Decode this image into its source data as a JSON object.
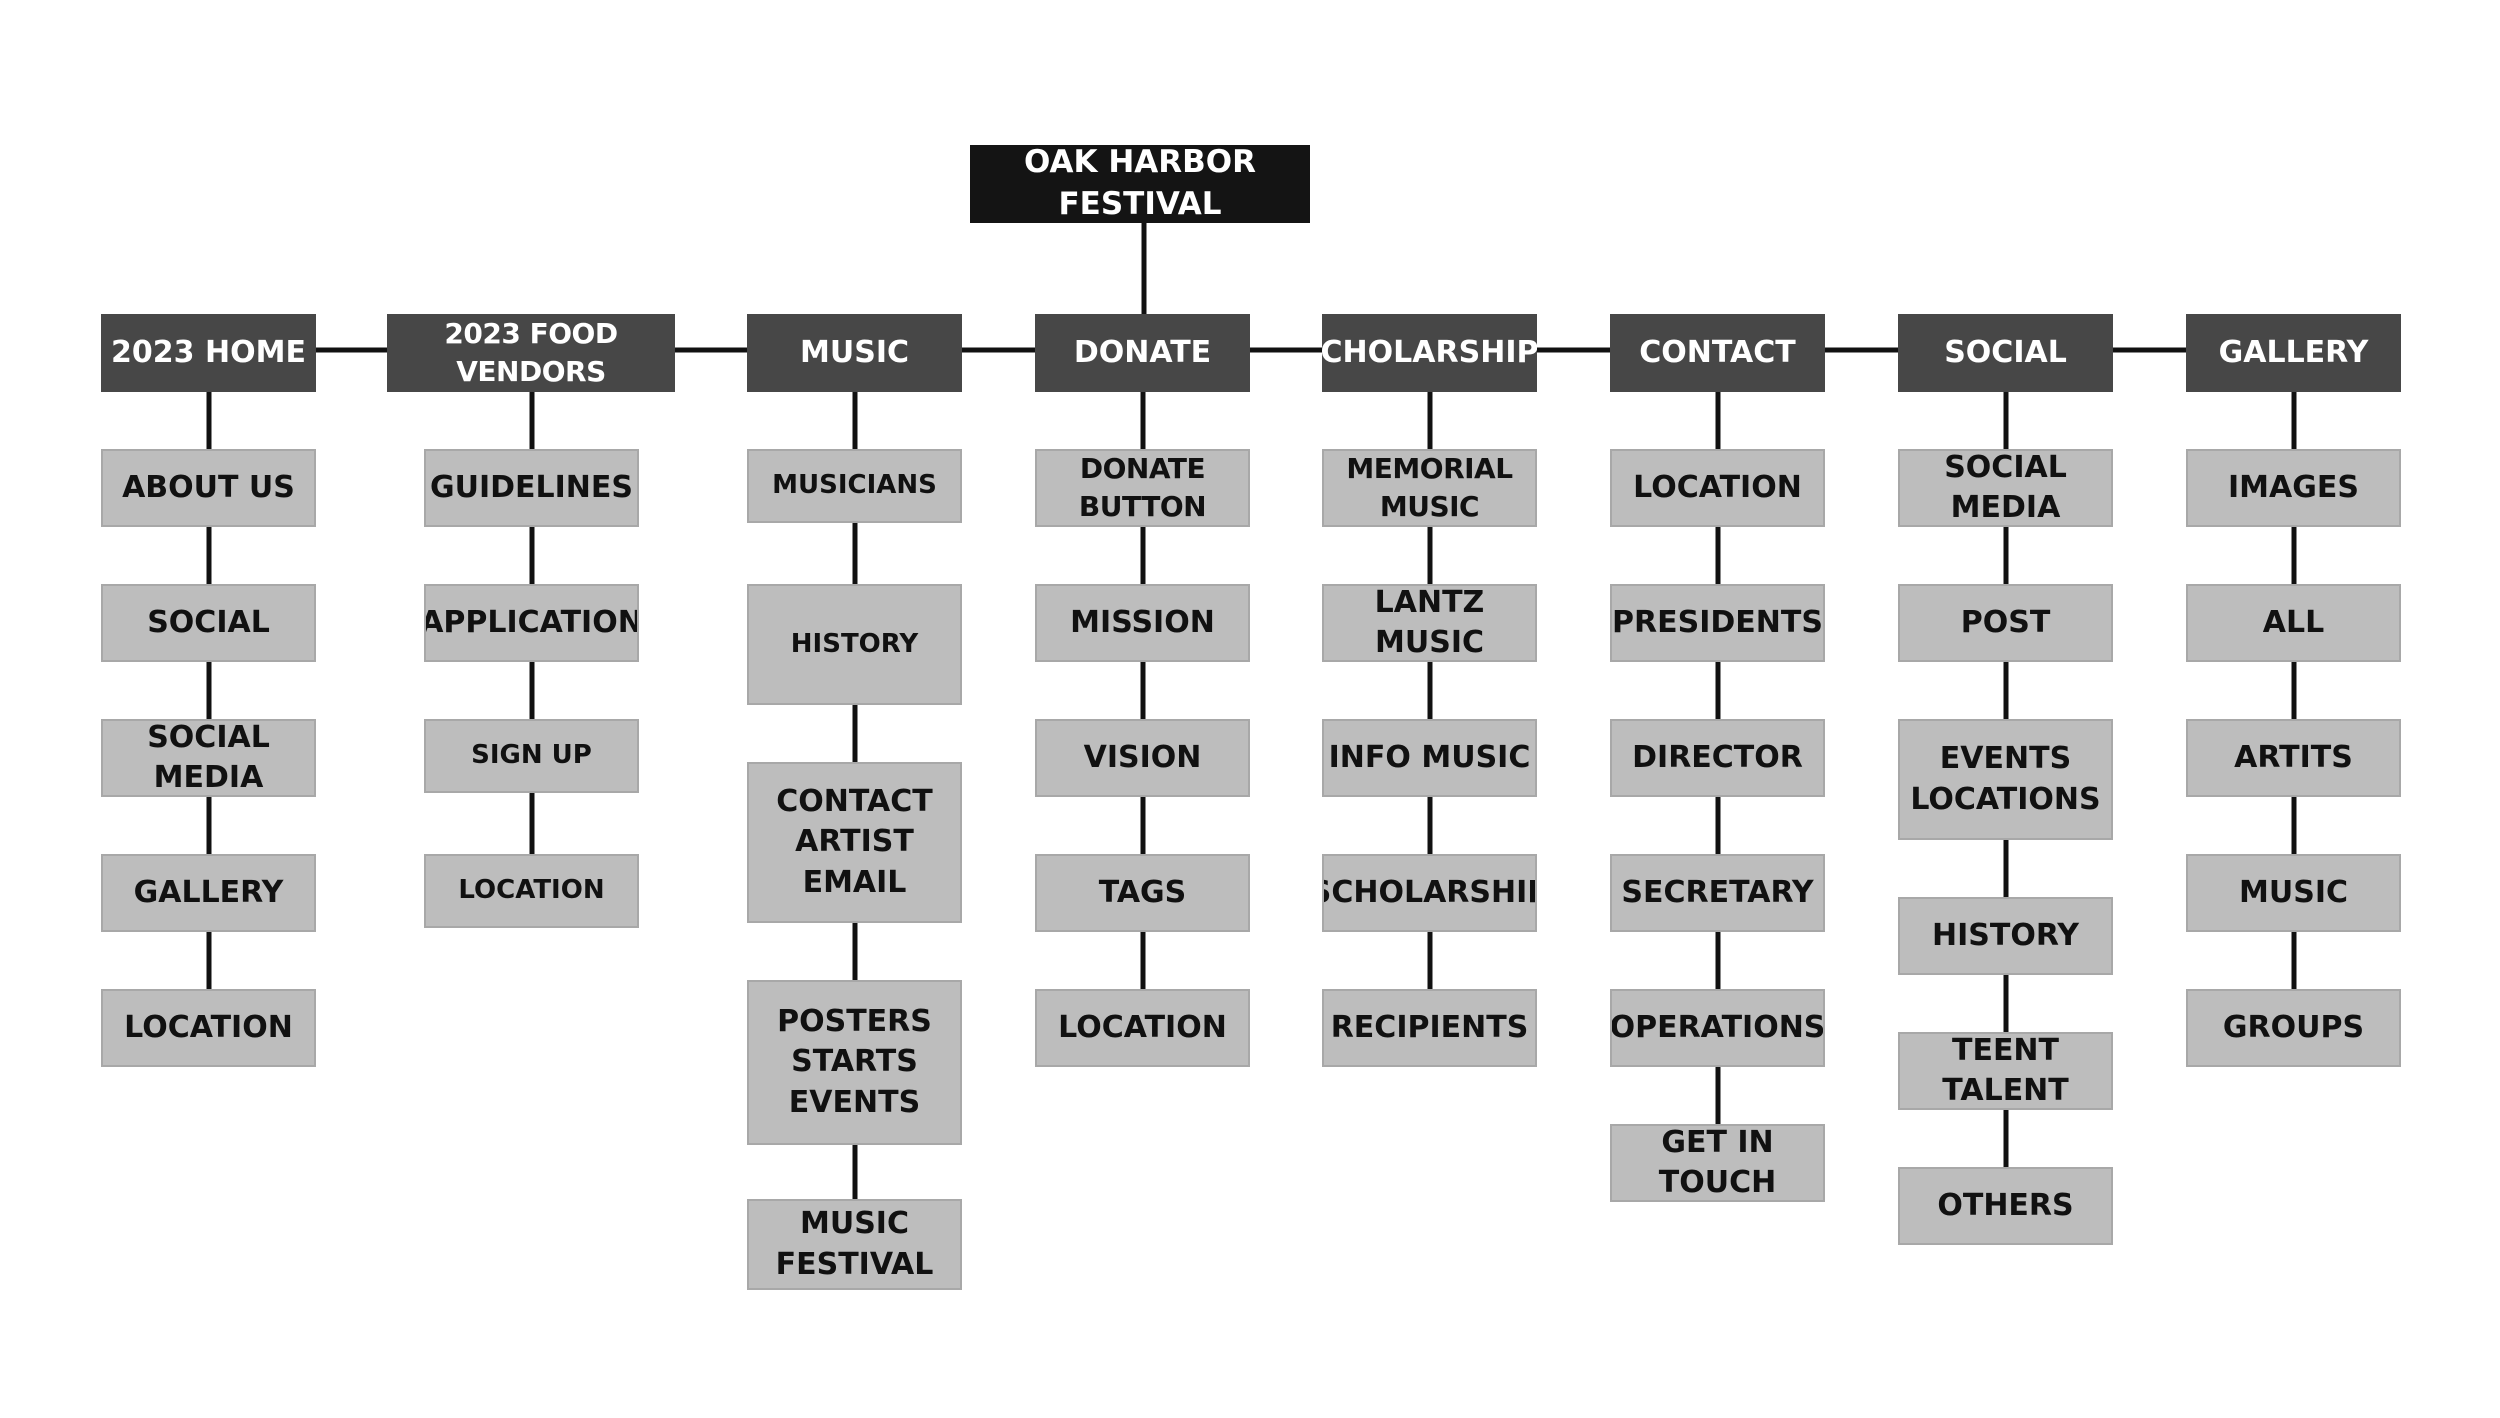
{
  "root": {
    "label": "OAK HARBOR FESTIVAL"
  },
  "columns": [
    {
      "label": "2023 HOME",
      "items": [
        "ABOUT US",
        "SOCIAL",
        "SOCIAL MEDIA",
        "GALLERY",
        "LOCATION"
      ]
    },
    {
      "label": "2023 FOOD VENDORS",
      "items": [
        "GUIDELINES",
        "APPLICATION",
        "SIGN UP",
        "LOCATION"
      ]
    },
    {
      "label": "MUSIC",
      "items": [
        "MUSICIANS",
        "HISTORY",
        "CONTACT\nARTIST\nEMAIL",
        "POSTERS\nSTARTS\nEVENTS",
        "MUSIC\nFESTIVAL"
      ]
    },
    {
      "label": "DONATE",
      "items": [
        "DONATE BUTTON",
        "MISSION",
        "VISION",
        "TAGS",
        "LOCATION"
      ]
    },
    {
      "label": "SCHOLARSHIPS",
      "items": [
        "MEMORIAL MUSIC",
        "LANTZ MUSIC",
        "INFO MUSIC",
        "SCHOLARSHIP",
        "RECIPIENTS"
      ]
    },
    {
      "label": "CONTACT",
      "items": [
        "LOCATION",
        "PRESIDENTS",
        "DIRECTOR",
        "SECRETARY",
        "OPERATIONS",
        "GET IN TOUCH"
      ]
    },
    {
      "label": "SOCIAL",
      "items": [
        "SOCIAL MEDIA",
        "POST",
        "EVENTS\nLOCATIONS",
        "HISTORY",
        "TEENT TALENT",
        "OTHERS"
      ]
    },
    {
      "label": "GALLERY",
      "items": [
        "IMAGES",
        "ALL",
        "ARTITS",
        "MUSIC",
        "GROUPS"
      ]
    }
  ]
}
